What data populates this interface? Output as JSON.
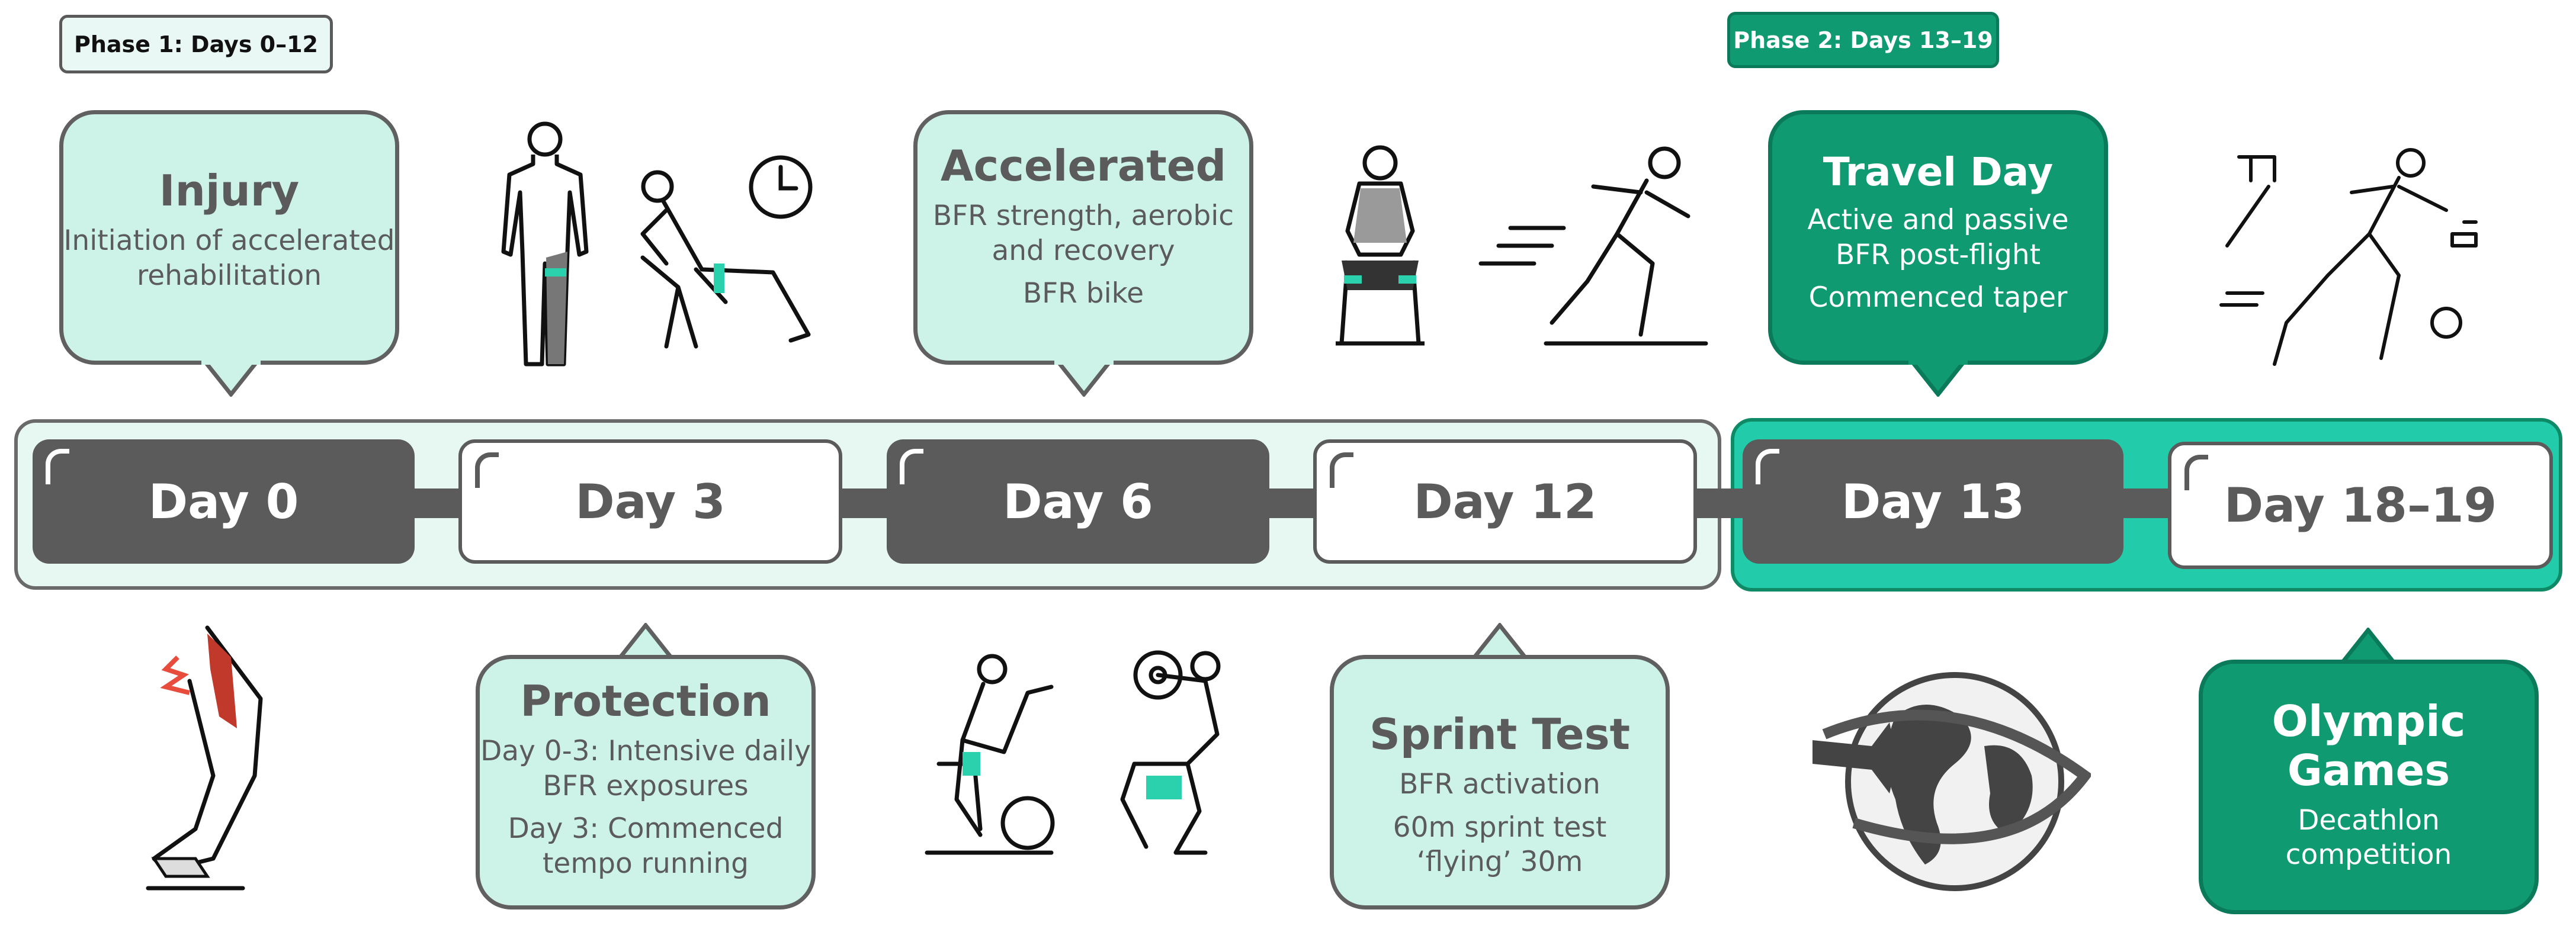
{
  "phases": {
    "phase1": "Phase 1: Days 0–12",
    "phase2": "Phase 2: Days 13–19"
  },
  "days": [
    "Day 0",
    "Day 3",
    "Day 6",
    "Day 12",
    "Day 13",
    "Day 18–19"
  ],
  "callouts": {
    "injury": {
      "title": "Injury",
      "lines": [
        "Initiation of accelerated",
        "rehabilitation"
      ]
    },
    "accelerated": {
      "title": "Accelerated",
      "lines": [
        "BFR strength, aerobic",
        "and recovery",
        "BFR bike"
      ]
    },
    "travel": {
      "title": "Travel Day",
      "lines": [
        "Active and passive",
        "BFR post-flight",
        "Commenced taper"
      ]
    },
    "protection": {
      "title": "Protection",
      "lines": [
        "Day 0-3: Intensive daily",
        "BFR exposures",
        "Day 3: Commenced",
        "tempo running"
      ]
    },
    "sprint": {
      "title": "Sprint Test",
      "lines": [
        "BFR activation",
        "60m sprint test",
        "‘flying’ 30m"
      ]
    },
    "olympic": {
      "title_line1": "Olympic",
      "title_line2": "Games",
      "lines": [
        "Decathlon",
        "competition"
      ]
    }
  },
  "colors": {
    "dark_grey": "#5b5b5b",
    "mint": "#cdf3e8",
    "green": "#109a72",
    "teal": "#22ccaa",
    "band_mint": "#e7f7f2"
  },
  "icons": [
    "standing-man-bfr-icon",
    "seated-man-bfr-icon",
    "clock-icon",
    "wall-sit-bfr-icon",
    "sprinter-icon",
    "decathlon-athlete-icon",
    "injured-leg-icon",
    "bfr-bike-icon",
    "bfr-squat-icon",
    "globe-airplane-icon"
  ]
}
